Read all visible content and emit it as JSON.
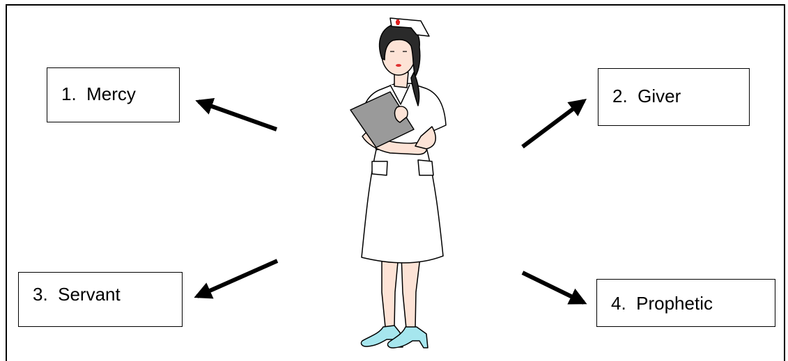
{
  "diagram": {
    "center_figure": "nurse-illustration",
    "labels": [
      {
        "id": "1",
        "text": "1.  Mercy"
      },
      {
        "id": "2",
        "text": "2.  Giver"
      },
      {
        "id": "3",
        "text": "3.  Servant"
      },
      {
        "id": "4",
        "text": "4.  Prophetic"
      }
    ],
    "colors": {
      "arrow": "#000000",
      "box_border": "#000000",
      "uniform": "#ffffff",
      "skin": "#fde3d6",
      "hair": "#2a2a2a",
      "shoes": "#a6e6ee",
      "clipboard": "#9a9a9a",
      "cap_cross": "#e02020"
    }
  }
}
